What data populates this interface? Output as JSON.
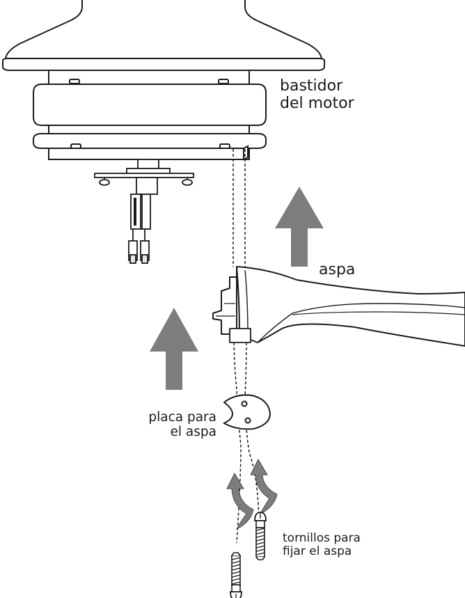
{
  "labels": {
    "motor_housing": [
      "bastidor",
      "del motor"
    ],
    "blade": "aspa",
    "blade_plate": [
      "placa para",
      "el aspa"
    ],
    "screws": [
      "tornillos para",
      "fijar el aspa"
    ]
  },
  "colors": {
    "line": "#1a1a1a",
    "arrow": "#7d7d7d",
    "shade": "#e6e6e6"
  }
}
